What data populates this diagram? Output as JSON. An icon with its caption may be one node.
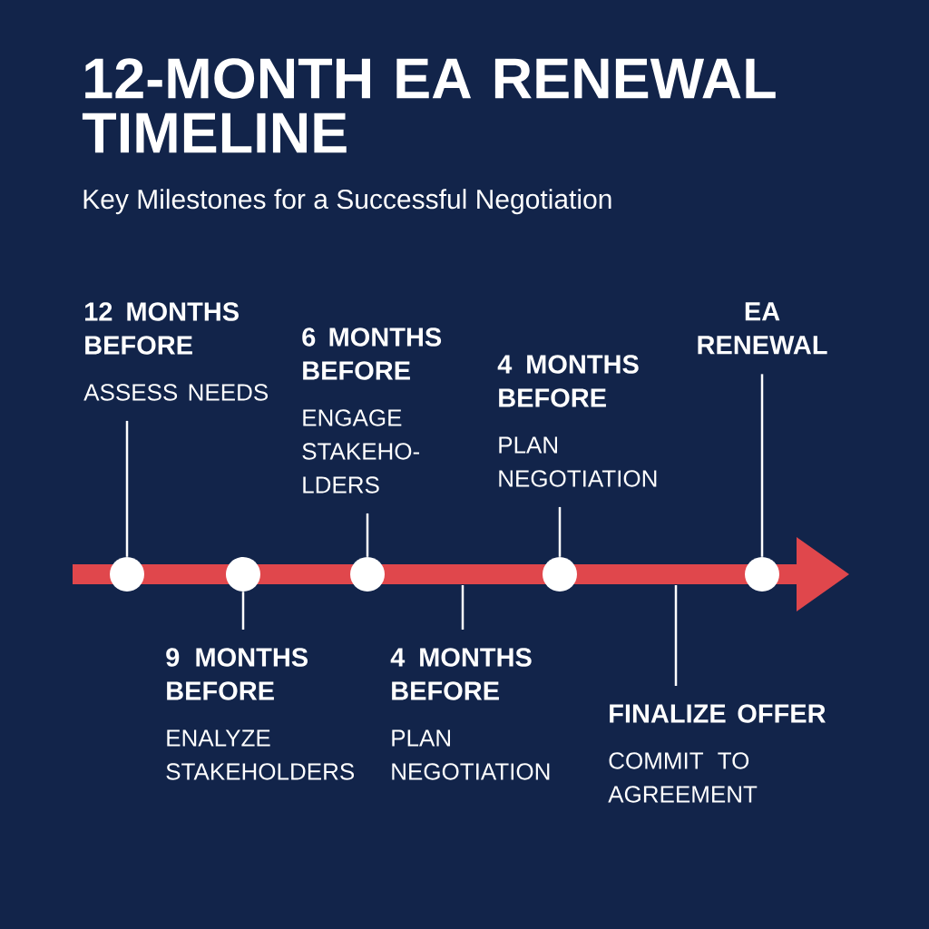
{
  "diagram": {
    "title": "12-MONTH EA RENEWAL TIMELINE",
    "caption": "Key Milestones for a Successful Negotiation",
    "nodes": [
      {
        "text": [
          "12 MONTHS BEFORE",
          "ASSESS NEEDS"
        ]
      },
      {
        "text": [
          "6 MONTHS BEFORE",
          "ENGAGE STAKEHO- LDERS"
        ]
      },
      {
        "text": [
          "4 MONTHS BEFORE",
          "PLAN NEGOTIATION"
        ]
      },
      {
        "text": [
          "EA RENEWAL"
        ]
      },
      {
        "text": [
          "9 MONTHS BEFORE",
          "ENALYZE STAKEHOLDERS"
        ]
      },
      {
        "text": [
          "4 MONTHS BEFORE",
          "PLAN NEGOTIATION"
        ]
      },
      {
        "text": [
          "FINALIZE OFFER",
          "COMMIT TO AGREEMENT"
        ]
      },
      {
        "text": [],
        "shape": "circle"
      },
      {
        "text": [],
        "shape": "circle"
      },
      {
        "text": [],
        "shape": "circle"
      },
      {
        "text": [],
        "shape": "circle"
      },
      {
        "text": [],
        "shape": "circle"
      }
    ],
    "edges": [
      {
        "from": 0,
        "to": 7,
        "arrow": "none"
      },
      {
        "from": 4,
        "to": 8,
        "arrow": "none"
      },
      {
        "from": 1,
        "to": 9,
        "arrow": "none"
      },
      {
        "from": 5,
        "to": null,
        "arrow": "none"
      },
      {
        "from": 2,
        "to": 10,
        "arrow": "none"
      },
      {
        "from": 6,
        "to": null,
        "arrow": "none"
      },
      {
        "from": 3,
        "to": 11,
        "arrow": "none"
      }
    ]
  }
}
